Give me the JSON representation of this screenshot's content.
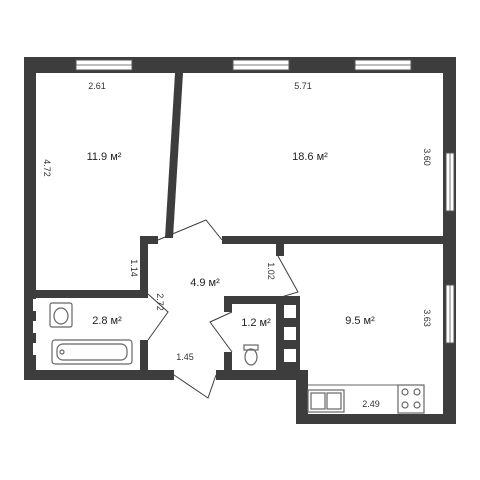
{
  "rooms": [
    {
      "id": "room-left",
      "area": "11.9 м²"
    },
    {
      "id": "room-main",
      "area": "18.6 м²"
    },
    {
      "id": "hall",
      "area": "4.9 м²"
    },
    {
      "id": "bathroom",
      "area": "2.8 м²"
    },
    {
      "id": "toilet",
      "area": "1.2 м²"
    },
    {
      "id": "kitchen",
      "area": "9.5 м²"
    }
  ],
  "dimensions": {
    "left_width": "2.61",
    "main_width": "5.71",
    "left_height": "4.72",
    "main_height": "3.60",
    "hall_door": "1.14",
    "hall_side": "2.72",
    "hall_kitchen": "1.02",
    "kitchen_height": "3.63",
    "entry_width": "1.45",
    "kitchen_width": "2.49"
  },
  "colors": {
    "wall": "#3d3d3d",
    "floor": "#ffffff",
    "fixture": "#666666"
  }
}
